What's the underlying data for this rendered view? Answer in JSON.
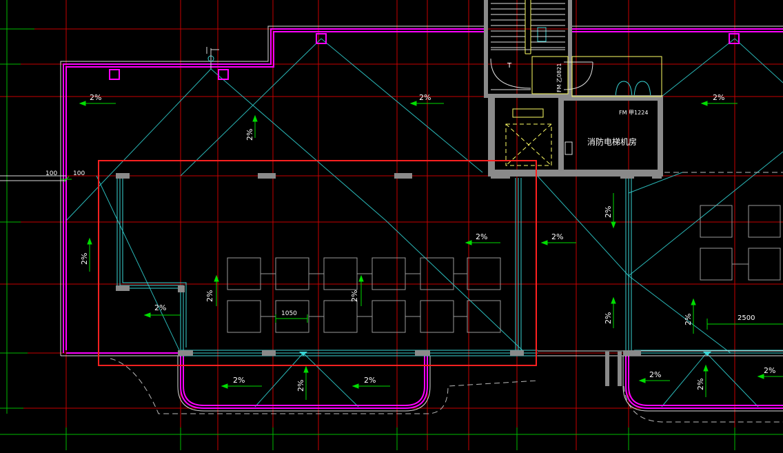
{
  "colors": {
    "background": "#000000",
    "gridRed": "#d40000",
    "gridGreen": "#00cc00",
    "wallMagenta": "#ff00ff",
    "wallWhite": "#e8e8e8",
    "cyan": "#3ad6d6",
    "selectionRed": "#ff2020",
    "textWhite": "#ffffff",
    "slopeGreen": "#00e000",
    "yellow": "#ffff66"
  },
  "labels": {
    "slope": "2%",
    "roomName": "消防电梯机房",
    "dim100a": "100",
    "dim100b": "100",
    "dim1050": "1050",
    "dim2500": "2500",
    "doorFM1224": "FM 甲1224",
    "doorFM0821": "FM 乙0821",
    "stairT": "T"
  }
}
